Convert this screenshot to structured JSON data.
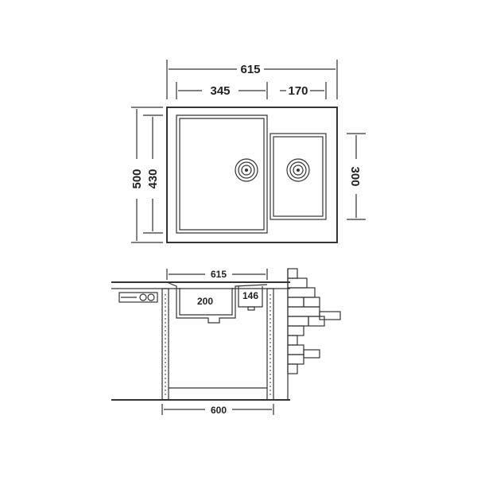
{
  "top_view": {
    "overall_width": "615",
    "main_bowl_width": "345",
    "small_bowl_width": "170",
    "overall_depth": "500",
    "main_bowl_depth": "430",
    "small_bowl_depth": "300"
  },
  "side_view": {
    "sink_width": "615",
    "main_bowl_height": "200",
    "small_bowl_height": "146",
    "cabinet_width": "600"
  }
}
